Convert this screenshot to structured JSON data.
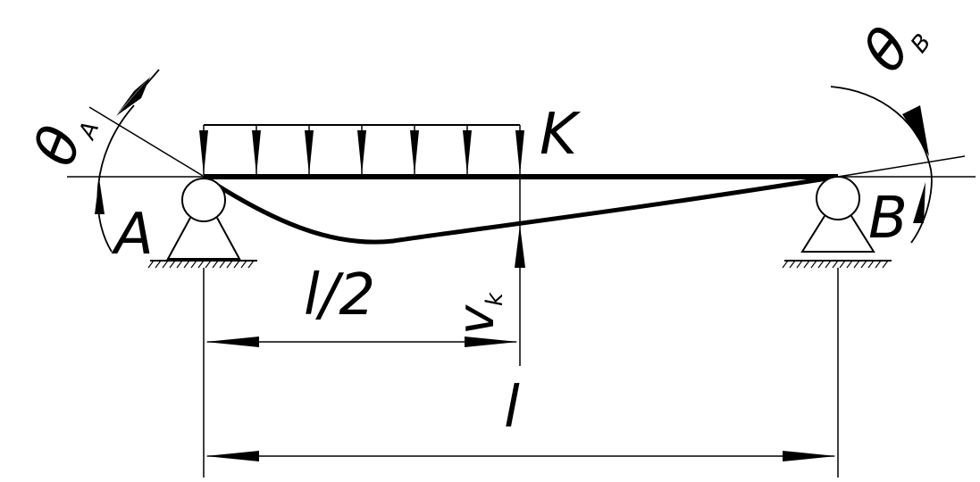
{
  "labels": {
    "theta_a": "θ",
    "theta_a_sub": "A",
    "theta_b": "θ",
    "theta_b_sub": "B",
    "support_a": "A",
    "support_b": "B",
    "point_k": "K",
    "half_span": "l/2",
    "span": "l",
    "deflection": "v",
    "deflection_sub": "k"
  },
  "colors": {
    "ink": "#000000",
    "background": "#ffffff"
  }
}
